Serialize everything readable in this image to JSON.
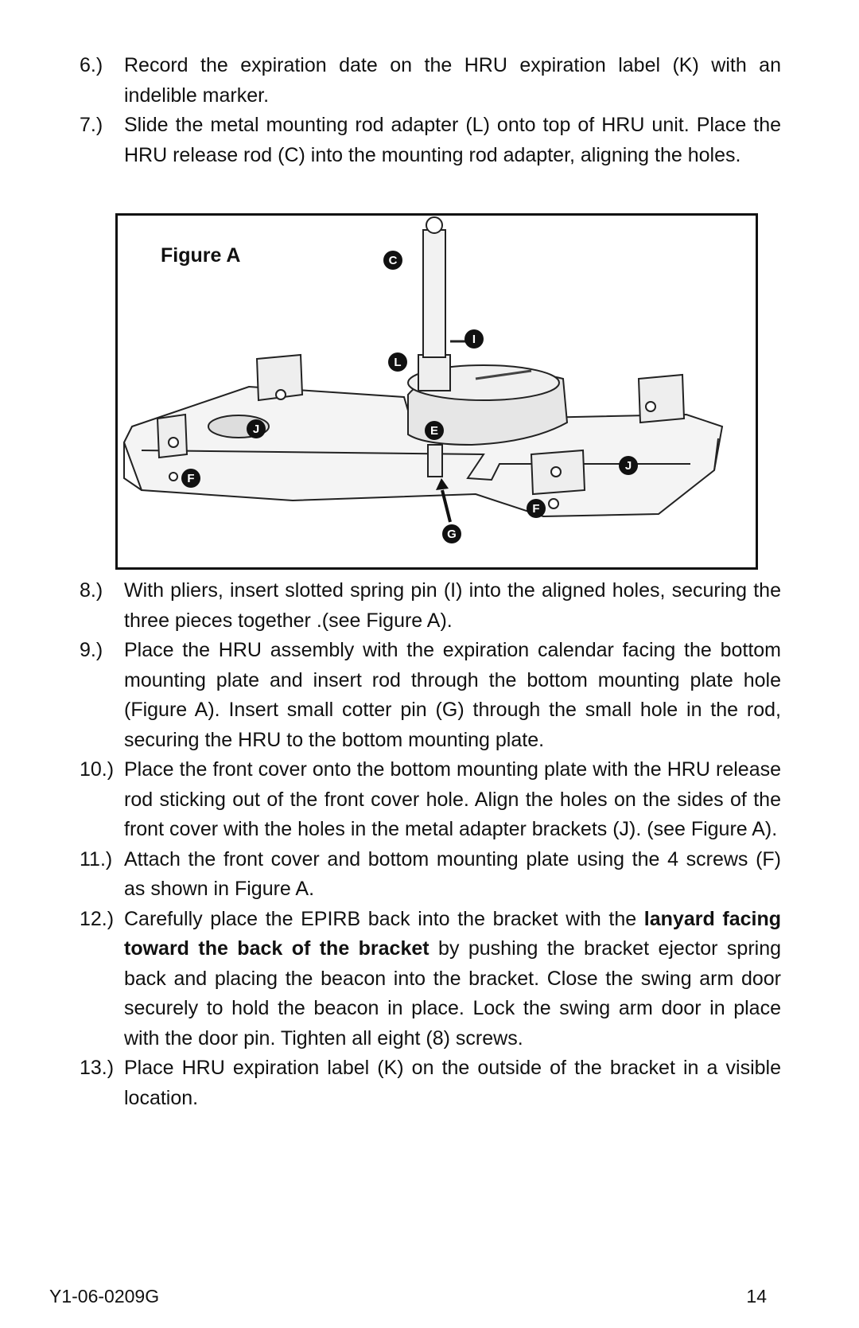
{
  "steps_top": [
    {
      "num": "6.)",
      "text": "Record the expiration date on the HRU expiration label (K) with an indelible marker."
    },
    {
      "num": "7.)",
      "text": "Slide the metal mounting rod adapter (L) onto top of HRU unit. Place the HRU release rod (C) into the mounting rod adapter, aligning the holes."
    }
  ],
  "figure": {
    "title": "Figure A",
    "callouts": {
      "c": "C",
      "i": "I",
      "l": "L",
      "e": "E",
      "j1": "J",
      "j2": "J",
      "f1": "F",
      "f2": "F",
      "g": "G"
    }
  },
  "steps_bottom": [
    {
      "num": "8.)",
      "text": "With pliers, insert slotted spring pin (I) into the aligned holes, securing the three pieces together .(see Figure A)."
    },
    {
      "num": "9.)",
      "text": "Place the HRU assembly with the expiration calendar facing the bottom mounting plate and insert rod through the bottom mounting plate hole (Figure A). Insert small cotter pin (G) through the small hole in the rod, securing the HRU to the bottom mounting plate."
    },
    {
      "num": "10.)",
      "text": "Place the front cover onto the bottom mounting plate with the HRU release rod sticking out of the front cover hole. Align the holes on the sides of the front cover with the holes in the metal adapter brackets (J). (see Figure A)."
    },
    {
      "num": "11.)",
      "text": "Attach the front cover and bottom mounting plate using the 4 screws (F) as shown in Figure A."
    },
    {
      "num": "12.)",
      "text_before": "Carefully place the EPIRB back into the bracket with the ",
      "text_bold": "lanyard facing toward the back of the bracket",
      "text_after": " by pushing the bracket ejector spring back and placing the beacon into the bracket. Close the swing arm door securely to hold the beacon in place. Lock the swing arm door in place with the door pin. Tighten all eight (8) screws."
    },
    {
      "num": "13.)",
      "text": "Place HRU expiration label (K) on the outside of the bracket in a visible location."
    }
  ],
  "footer": {
    "doc_id": "Y1-06-0209G",
    "page_number": "14"
  }
}
